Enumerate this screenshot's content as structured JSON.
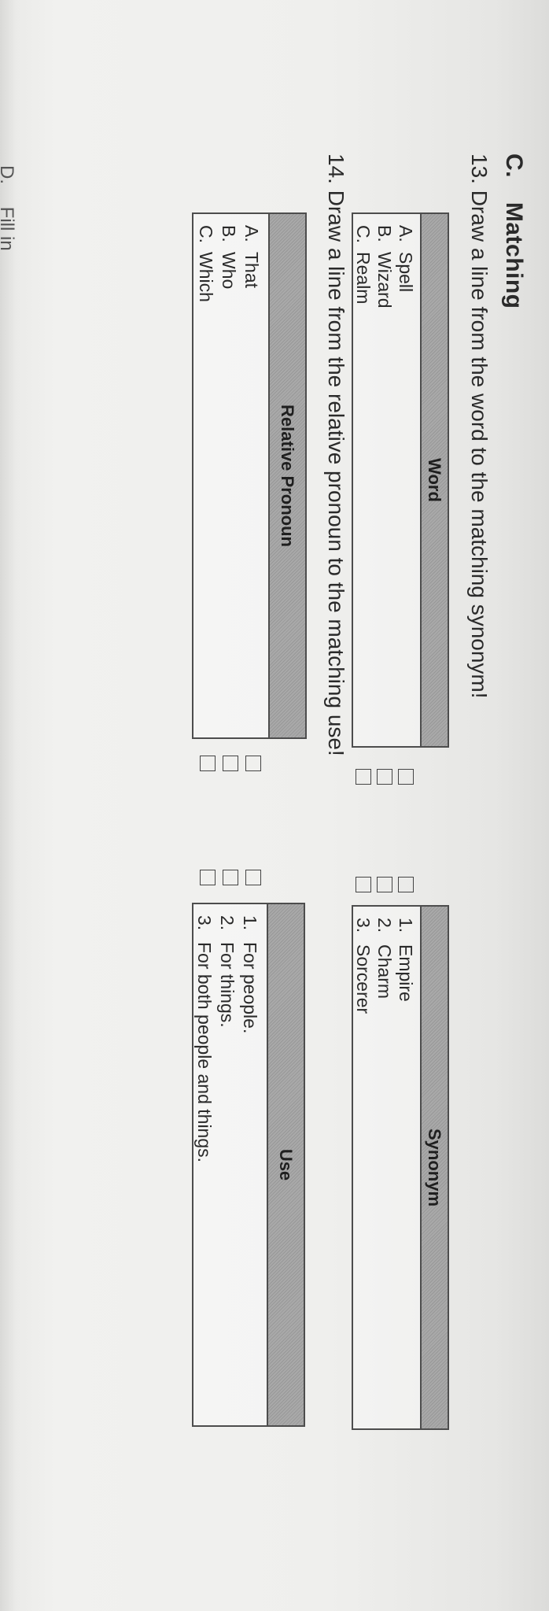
{
  "section": {
    "letter": "C.",
    "title": "Matching"
  },
  "q13": {
    "instruction": "13. Draw a line from the word to the matching synonym!",
    "left": {
      "header": "Word",
      "rows": [
        {
          "letter": "A.",
          "text": "Spell"
        },
        {
          "letter": "B.",
          "text": "Wizard"
        },
        {
          "letter": "C.",
          "text": "Realm"
        }
      ]
    },
    "right": {
      "header": "Synonym",
      "rows": [
        {
          "num": "1.",
          "text": "Empire"
        },
        {
          "num": "2.",
          "text": "Charm"
        },
        {
          "num": "3.",
          "text": "Sorcerer"
        }
      ]
    }
  },
  "q14": {
    "instruction": "14. Draw a line from the relative pronoun to the matching use!",
    "left": {
      "header": "Relative Pronoun",
      "rows": [
        {
          "letter": "A.",
          "text": "That"
        },
        {
          "letter": "B.",
          "text": "Who"
        },
        {
          "letter": "C.",
          "text": "Which"
        }
      ]
    },
    "right": {
      "header": "Use",
      "rows": [
        {
          "num": "1.",
          "text": "For people."
        },
        {
          "num": "2.",
          "text": "For things."
        },
        {
          "num": "3.",
          "text": "For both people and things."
        }
      ]
    }
  },
  "footer": {
    "letter": "D.",
    "text": "Fill in"
  }
}
